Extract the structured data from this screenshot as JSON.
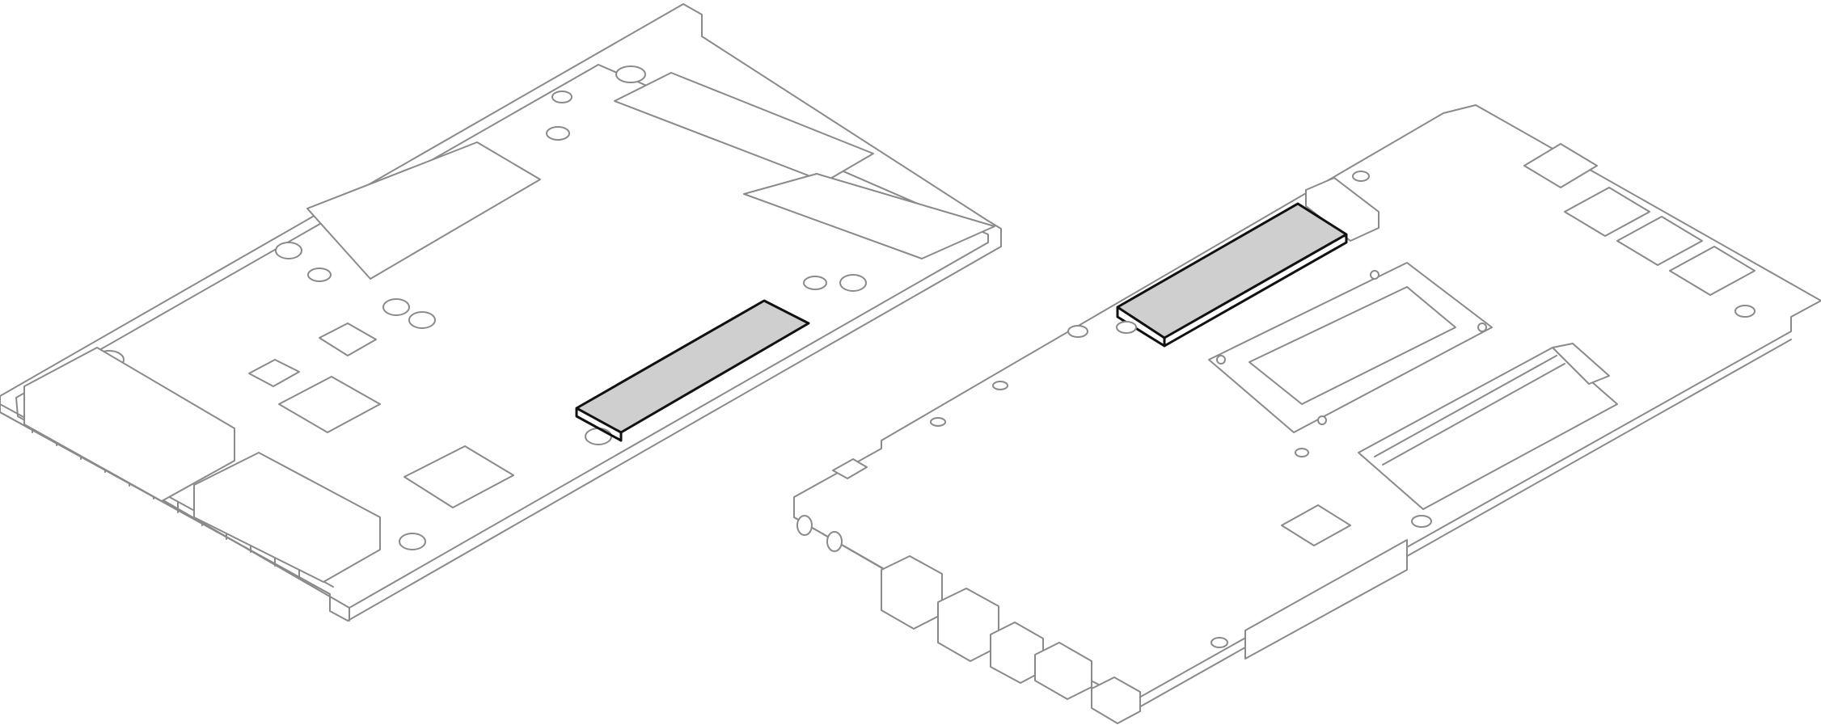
{
  "figure": {
    "views": [
      "chassis-tray-view",
      "system-board-view"
    ],
    "highlighted_component": "m2-ssd-module",
    "colors": {
      "line": "#8a8a8a",
      "highlight_fill": "#cfcfcf",
      "highlight_stroke": "#111111",
      "background": "#ffffff"
    }
  }
}
